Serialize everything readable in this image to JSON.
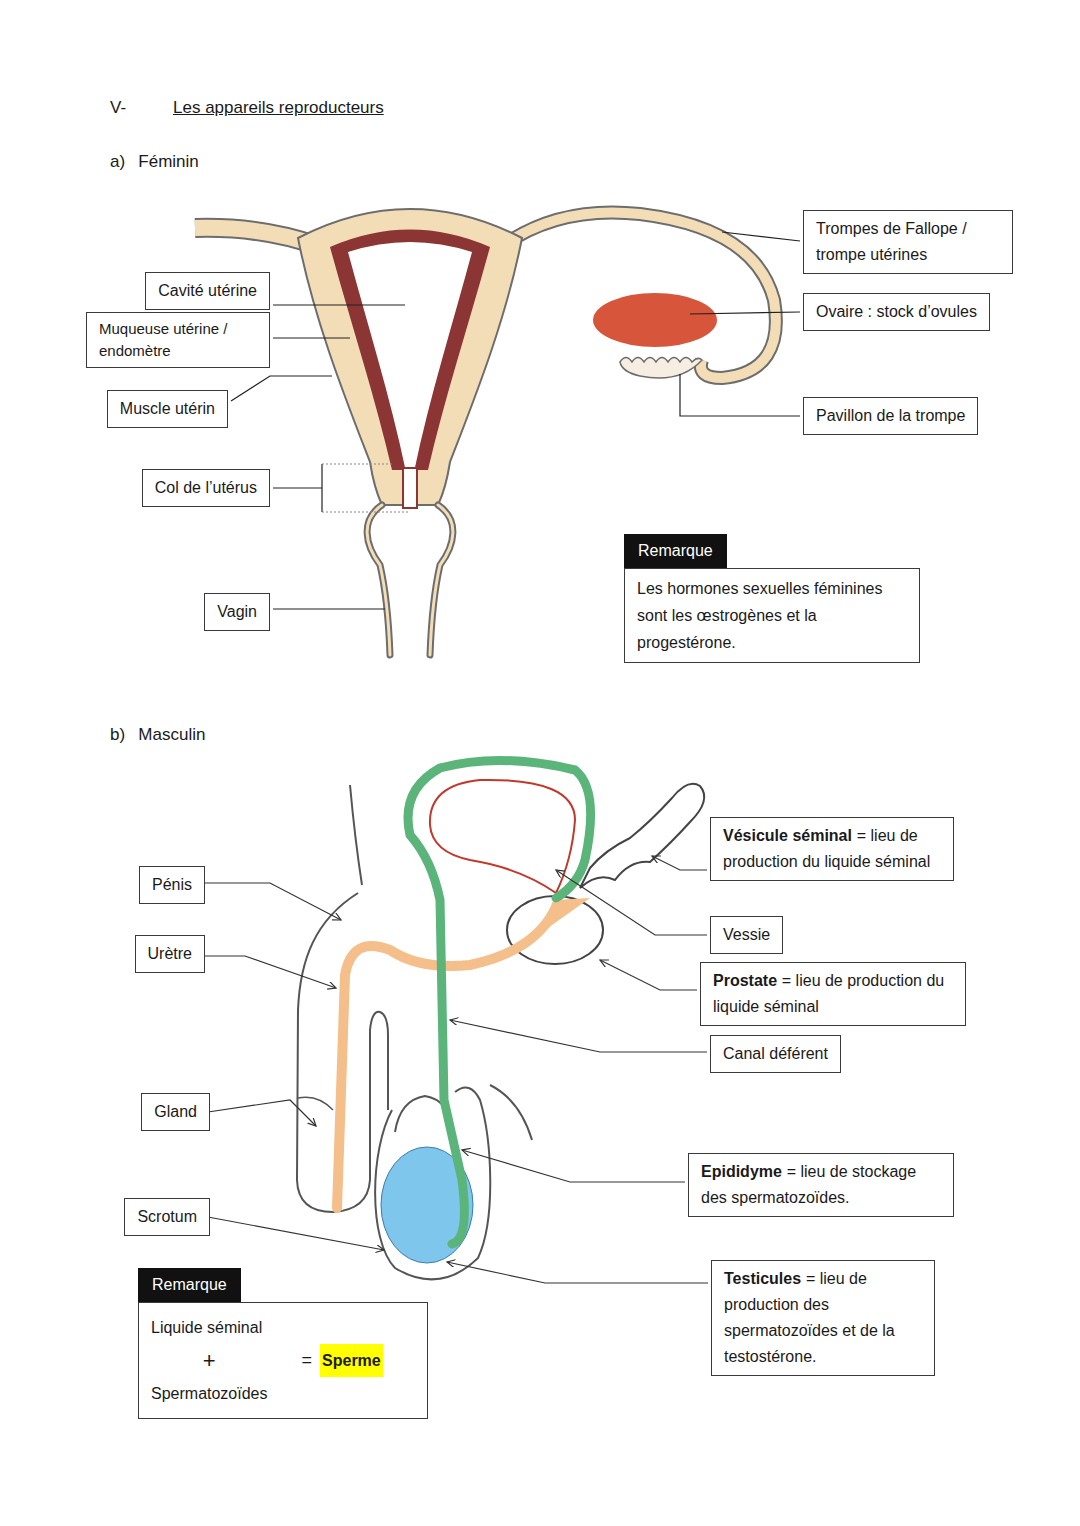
{
  "diagram": {
    "title": "Les appareils reproducteurs",
    "nodes": [
      {
        "text": [
          "Trompes de Fallope / trompe utérines"
        ]
      },
      {
        "text": [
          "Cavité utérine"
        ]
      },
      {
        "text": [
          "Ovaire : stock d’ovules"
        ]
      },
      {
        "text": [
          "Muqueuse utérine / endomètre"
        ]
      },
      {
        "text": [
          "Muscle utérin"
        ]
      },
      {
        "text": [
          "Pavillon de la trompe"
        ]
      },
      {
        "text": [
          "Col de l’utérus"
        ]
      },
      {
        "text": [
          "Remarque",
          "Les hormones sexuelles féminines sont les œstrogènes et la progestérone."
        ]
      },
      {
        "text": [
          "Vagin"
        ]
      },
      {
        "text": [
          "Vésicule séminal",
          "= lieu de production du liquide séminal"
        ]
      },
      {
        "text": [
          "Pénis"
        ]
      },
      {
        "text": [
          "Vessie"
        ]
      },
      {
        "text": [
          "Urètre"
        ]
      },
      {
        "text": [
          "Prostate",
          "= lieu de production du liquide séminal"
        ]
      },
      {
        "text": [
          "Canal déférent"
        ]
      },
      {
        "text": [
          "Gland"
        ]
      },
      {
        "text": [
          "Epididyme",
          "= lieu de stockage des spermatozoïdes."
        ]
      },
      {
        "text": [
          "Scrotum"
        ]
      },
      {
        "text": [
          "Testicules",
          "= lieu de production des spermatozoïdes et de la testostérone."
        ]
      },
      {
        "text": [
          "Remarque",
          "Liquide séminal",
          "+",
          "Spermatozoïdes",
          "=",
          "Sperme"
        ]
      }
    ],
    "labels": [
      "V-",
      "a) Féminin",
      "b) Masculin"
    ]
  }
}
